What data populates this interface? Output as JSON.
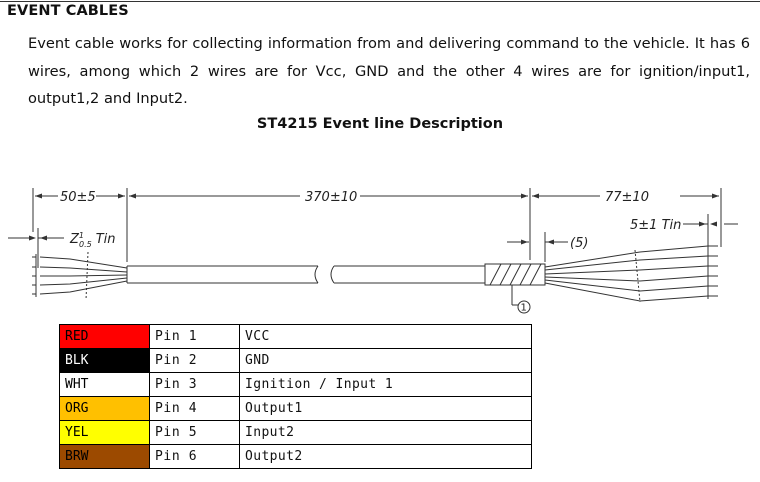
{
  "doc": {
    "heading": "EVENT CABLES",
    "paragraph": "Event cable works for collecting information from and delivering command to the vehicle. It has 6 wires, among which 2 wires are for Vcc, GND and the other 4 wires are for ignition/input1, output1,2 and Input2.",
    "figure_title": "ST4215 Event line Description"
  },
  "diagram": {
    "dim_left": "50±5",
    "dim_middle": "370±10",
    "dim_right": "77±10",
    "dim_tin_right": "5±1 Tin",
    "dim_tin_left": "Z",
    "dim_tin_left_sup": "1",
    "dim_tin_left_sub": "0.5",
    "dim_tin_left_suffix": "Tin",
    "dim_sleeve": "(5)",
    "callout_number": "1"
  },
  "pins": [
    {
      "color_label": "RED",
      "color_hex": "#ff0000",
      "text_color": "#000000",
      "pin": "Pin 1",
      "function": "VCC"
    },
    {
      "color_label": "BLK",
      "color_hex": "#000000",
      "text_color": "#ffffff",
      "pin": "Pin 2",
      "function": "GND"
    },
    {
      "color_label": "WHT",
      "color_hex": "#ffffff",
      "text_color": "#000000",
      "pin": "Pin 3",
      "function": "Ignition / Input 1"
    },
    {
      "color_label": "ORG",
      "color_hex": "#ffc000",
      "text_color": "#000000",
      "pin": "Pin 4",
      "function": "Output1"
    },
    {
      "color_label": "YEL",
      "color_hex": "#ffff00",
      "text_color": "#000000",
      "pin": "Pin 5",
      "function": "Input2"
    },
    {
      "color_label": "BRW",
      "color_hex": "#9c4a00",
      "text_color": "#000000",
      "pin": "Pin 6",
      "function": "Output2"
    }
  ]
}
